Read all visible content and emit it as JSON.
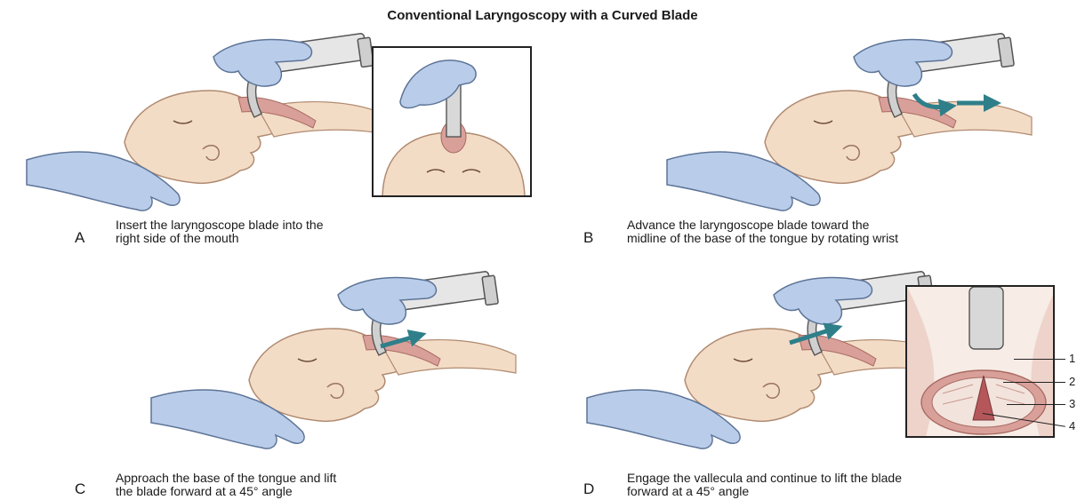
{
  "title": "Conventional Laryngoscopy with a Curved Blade",
  "panels": [
    {
      "letter": "A",
      "caption": [
        "Insert the laryngoscope blade into the",
        "right side of the mouth"
      ]
    },
    {
      "letter": "B",
      "caption": [
        "Advance the laryngoscope blade toward the",
        "midline of the base of the tongue by rotating wrist"
      ]
    },
    {
      "letter": "C",
      "caption": [
        "Approach the base of the tongue and lift",
        "the blade forward at a 45° angle"
      ]
    },
    {
      "letter": "D",
      "caption": [
        "Engage the vallecula and continue to lift the blade",
        "forward at a 45° angle"
      ]
    }
  ],
  "inset_labels": [
    "1",
    "2",
    "3",
    "4"
  ],
  "colors": {
    "skin": "#f3dcc6",
    "glove": "#b9cdea",
    "tissue": "#d9a09a",
    "arrow": "#2f7f8a",
    "instrument": "#dcdcdc"
  }
}
